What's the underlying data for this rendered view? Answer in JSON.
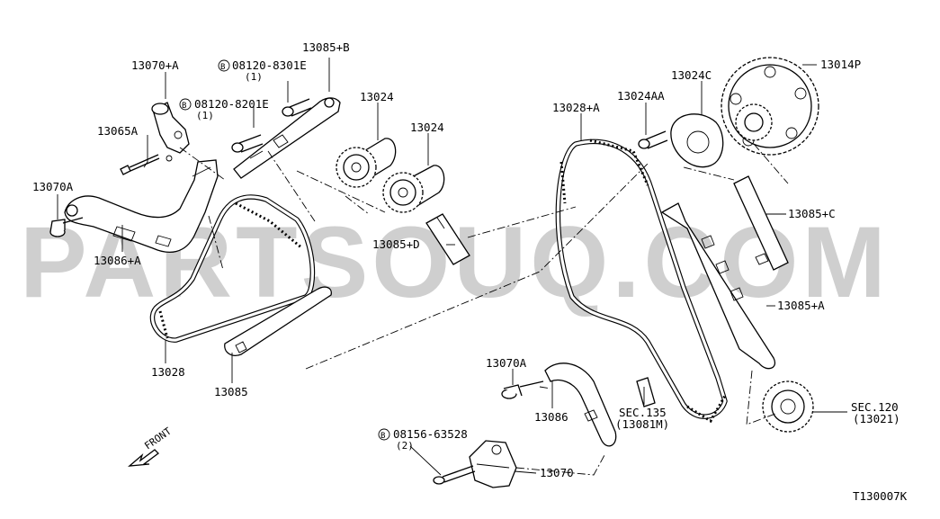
{
  "watermark": "PARTSOUQ.COM",
  "diagram_code": "T130007K",
  "labels": {
    "p13070_a": "13070+A",
    "p13085_b": "13085+B",
    "b08120_8301e": "08120-8301E",
    "b08120_8301e_qty": "(1)",
    "b08120_8201e": "08120-8201E",
    "b08120_8201e_qty": "(1)",
    "p13024_a": "13024",
    "p13024_b": "13024",
    "p13065a": "13065A",
    "p13070a_left": "13070A",
    "p13086_a": "13086+A",
    "p13085_d": "13085+D",
    "p13028": "13028",
    "p13085": "13085",
    "p13028_a": "13028+A",
    "p13024aa": "13024AA",
    "p13024c": "13024C",
    "p13014p": "13014P",
    "p13085_c": "13085+C",
    "p13085_a": "13085+A",
    "p13070a_right": "13070A",
    "p13086": "13086",
    "sec135": "SEC.135",
    "sec135_ref": "(13081M)",
    "sec120": "SEC.120",
    "sec120_ref": "(13021)",
    "b08156_63528": "08156-63528",
    "b08156_63528_qty": "(2)",
    "p13070": "13070",
    "front": "FRONT",
    "bolt_symbol": "B"
  }
}
